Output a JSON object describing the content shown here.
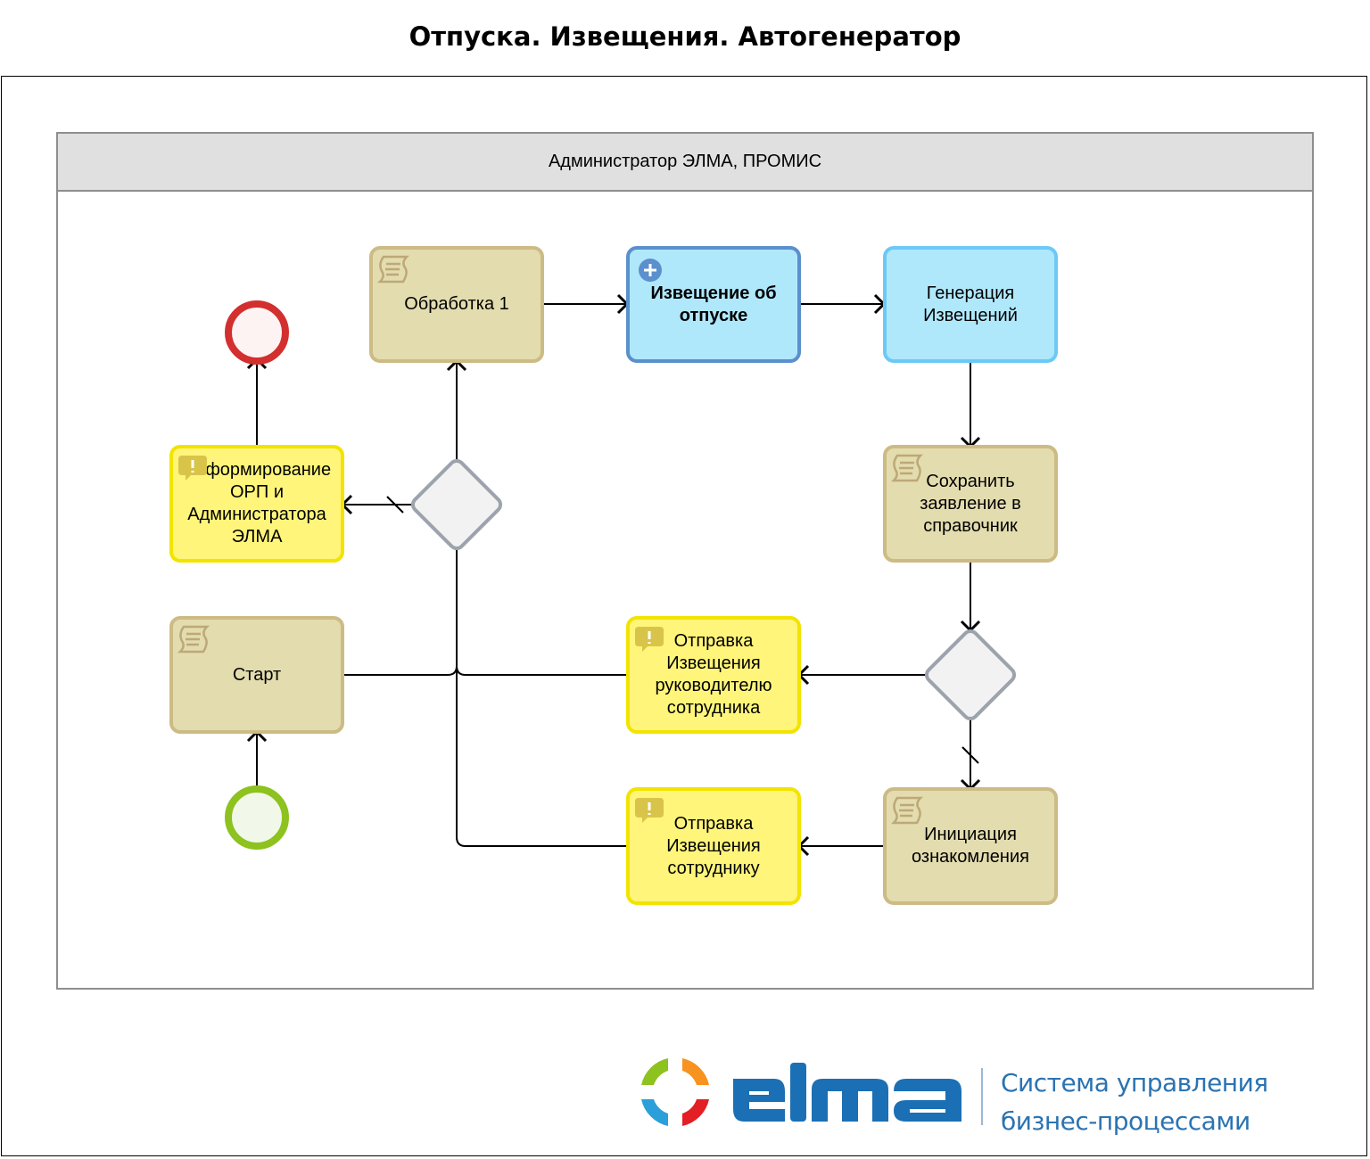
{
  "title": "Отпуска. Извещения. Автогенератор",
  "lane": {
    "label": "Администратор ЭЛМА, ПРОМИС"
  },
  "tasks": {
    "obrabotka": {
      "label": "Обработка 1",
      "type": "script"
    },
    "izveshchenie": {
      "label": "Извещение об отпуске",
      "type": "subprocess"
    },
    "generaciya": {
      "label": "Генерация Извещений",
      "type": "service"
    },
    "informirovanie": {
      "label": "Информирование ОРП и Администратора ЭЛМА",
      "type": "user"
    },
    "sohranit": {
      "label": "Сохранить заявление в справочник",
      "type": "script"
    },
    "start_task": {
      "label": "Старт",
      "type": "script"
    },
    "otpravka_ruk": {
      "label": "Отправка Извещения руководителю сотрудника",
      "type": "user"
    },
    "iniciaciya": {
      "label": "Инициация ознакомления",
      "type": "script"
    },
    "otpravka_sotr": {
      "label": "Отправка Извещения сотруднику",
      "type": "user"
    }
  },
  "logo": {
    "brand": "elma",
    "tagline_line1": "Система управления",
    "tagline_line2": "бизнес-процессами"
  },
  "colors": {
    "script_fill": "#e3dcae",
    "user_fill": "#fff57a",
    "service_fill": "#b0e8fb",
    "start_event": "#8dc21f",
    "end_event": "#d32f2f",
    "gateway_fill": "#f2f2f2"
  }
}
